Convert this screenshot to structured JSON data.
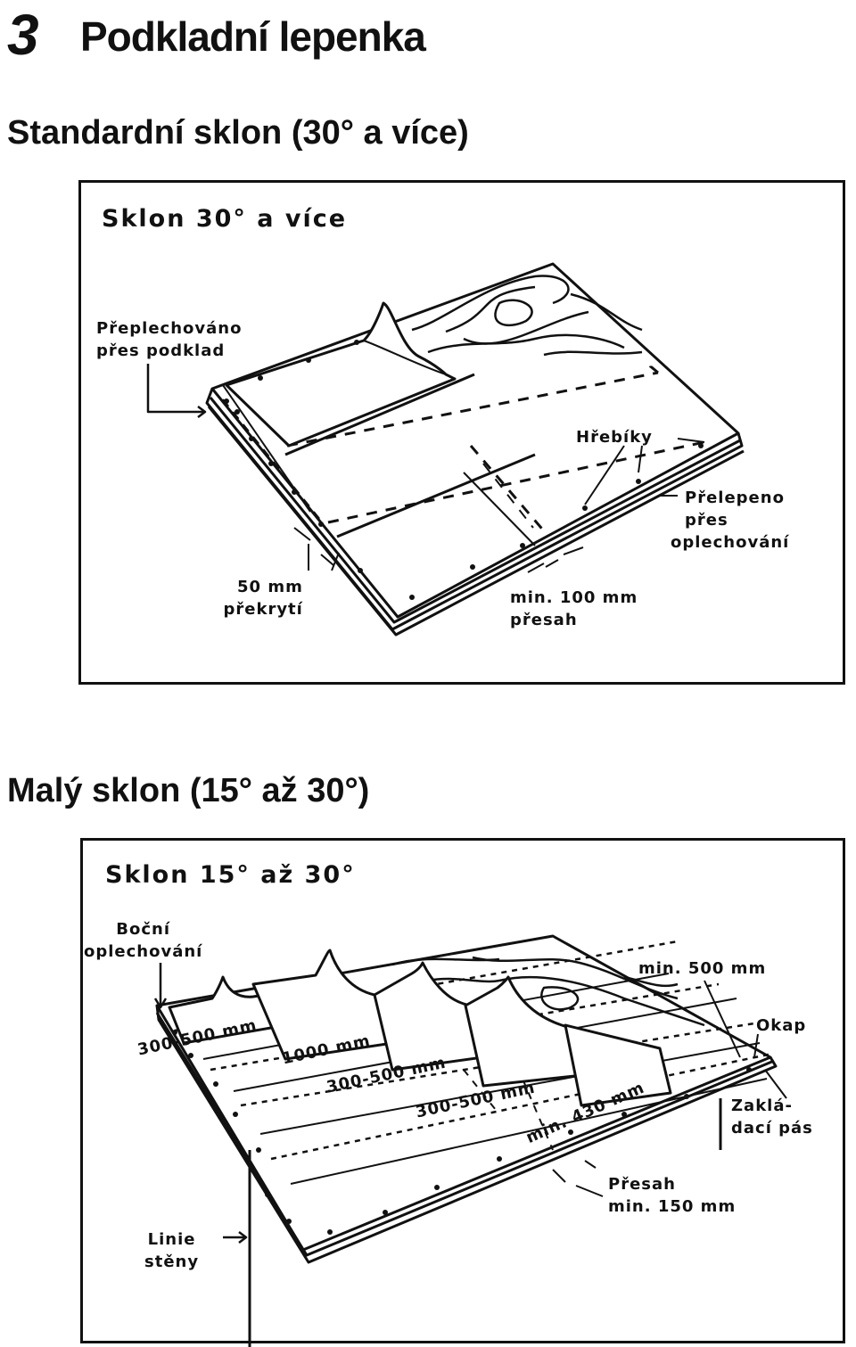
{
  "header": {
    "section_number": "3",
    "title": "Podkladní lepenka"
  },
  "section1": {
    "heading": "Standardní sklon (30° a více)",
    "panel_title": "Sklon 30° a více",
    "labels": {
      "preplechovano_1": "Přeplechováno",
      "preplechovano_2": "přes podklad",
      "hrebiky": "Hřebíky",
      "prelepeno_1": "Přelepeno",
      "prelepeno_2": "přes",
      "prelepeno_3": "oplechování",
      "overlap_1": "50 mm",
      "overlap_2": "překrytí",
      "presah_1": "min. 100 mm",
      "presah_2": "přesah"
    }
  },
  "section2": {
    "heading": "Malý sklon (15° až 30°)",
    "panel_title": "Sklon 15° až 30°",
    "labels": {
      "bocni_1": "Boční",
      "bocni_2": "oplechování",
      "min500": "min. 500 mm",
      "okap": "Okap",
      "zaklad_1": "Zaklá-",
      "zaklad_2": "dací pás",
      "d1": "300-500 mm",
      "d2": "1000 mm",
      "d3": "300-500 mm",
      "d4": "300-500 mm",
      "d5": "min. 430 mm",
      "presah150_1": "Přesah",
      "presah150_2": "min. 150 mm",
      "linie_1": "Linie",
      "linie_2": "stěny"
    }
  },
  "colors": {
    "ink": "#111111",
    "background": "#ffffff"
  }
}
